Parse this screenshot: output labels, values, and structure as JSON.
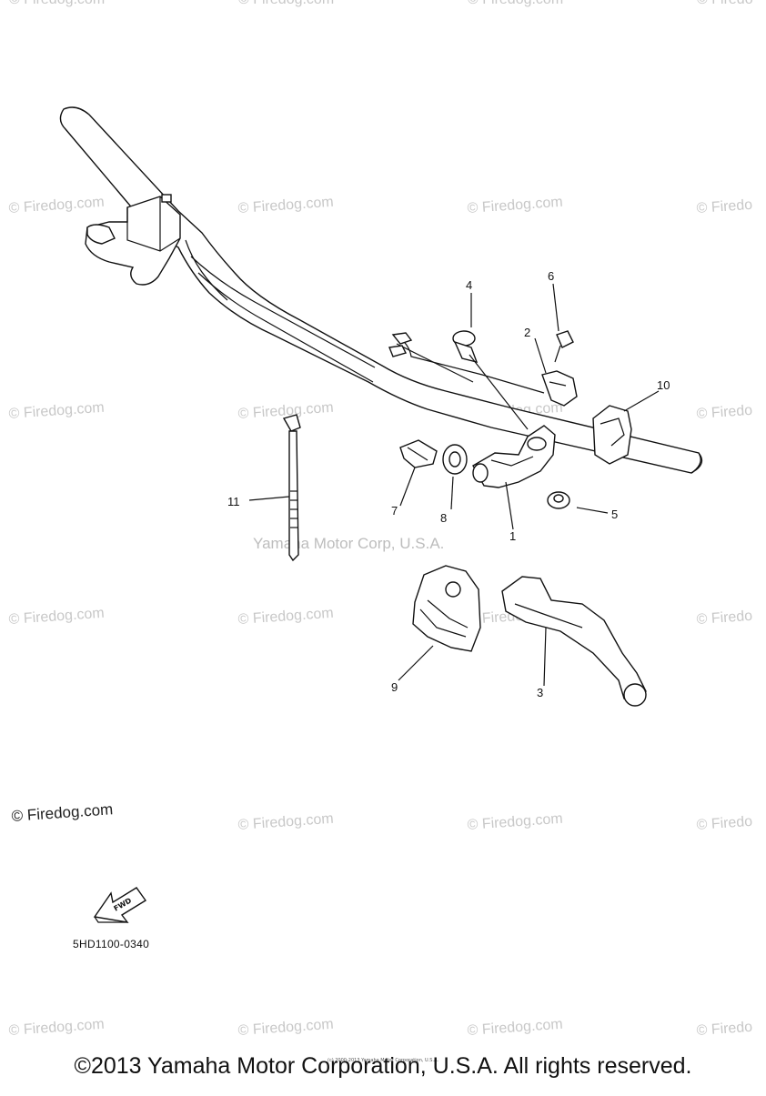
{
  "watermark": "© Firedog.com",
  "watermark_partial": "© Firedo",
  "center_watermark": "Yamaha Motor Corp, U.S.A.",
  "corner_watermark": "© Firedog.com",
  "callouts": {
    "c1": "1",
    "c2": "2",
    "c3": "3",
    "c4": "4",
    "c5": "5",
    "c6": "6",
    "c7": "7",
    "c8": "8",
    "c9": "9",
    "c10": "10",
    "c11": "11"
  },
  "fwd_label": "FWD",
  "diagram_code": "5HD1100-0340",
  "tiny_copyright": "(c) 2000-2013 Yamaha Motor Corporation, U.S.A.",
  "footer_copyright": "©2013 Yamaha Motor Corporation, U.S.A. All rights reserved."
}
